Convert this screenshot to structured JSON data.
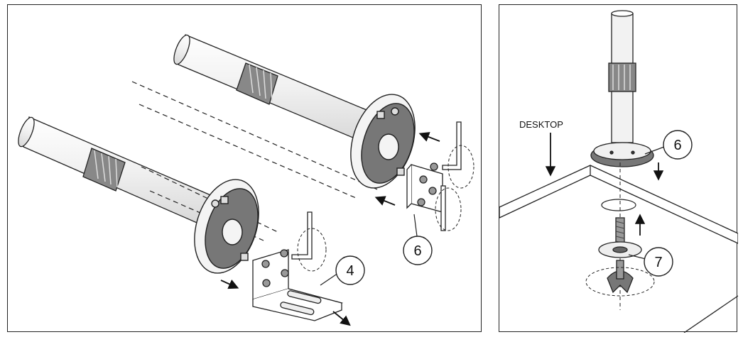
{
  "figure": {
    "left_panel": {
      "callouts": [
        {
          "id": "c4",
          "label": "4"
        },
        {
          "id": "c6",
          "label": "6"
        }
      ]
    },
    "right_panel": {
      "surface_label": "DESKTOP",
      "callouts": [
        {
          "id": "c6r",
          "label": "6"
        },
        {
          "id": "c7",
          "label": "7"
        }
      ]
    }
  },
  "colors": {
    "line": "#222222",
    "pole_fill": "#f2f2f2",
    "dark_fill": "#555555"
  }
}
